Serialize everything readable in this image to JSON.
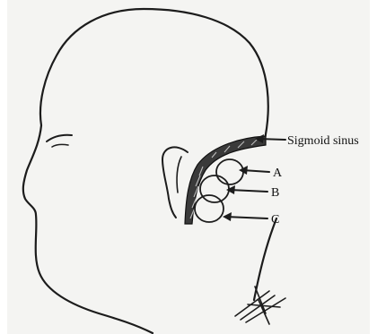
{
  "figure": {
    "labels": {
      "sigmoid_sinus": "Sigmoid sinus",
      "a": "A",
      "b": "B",
      "c": "C"
    },
    "colors": {
      "paper": "#e9e9e7",
      "ink": "#1c1c1c"
    }
  }
}
